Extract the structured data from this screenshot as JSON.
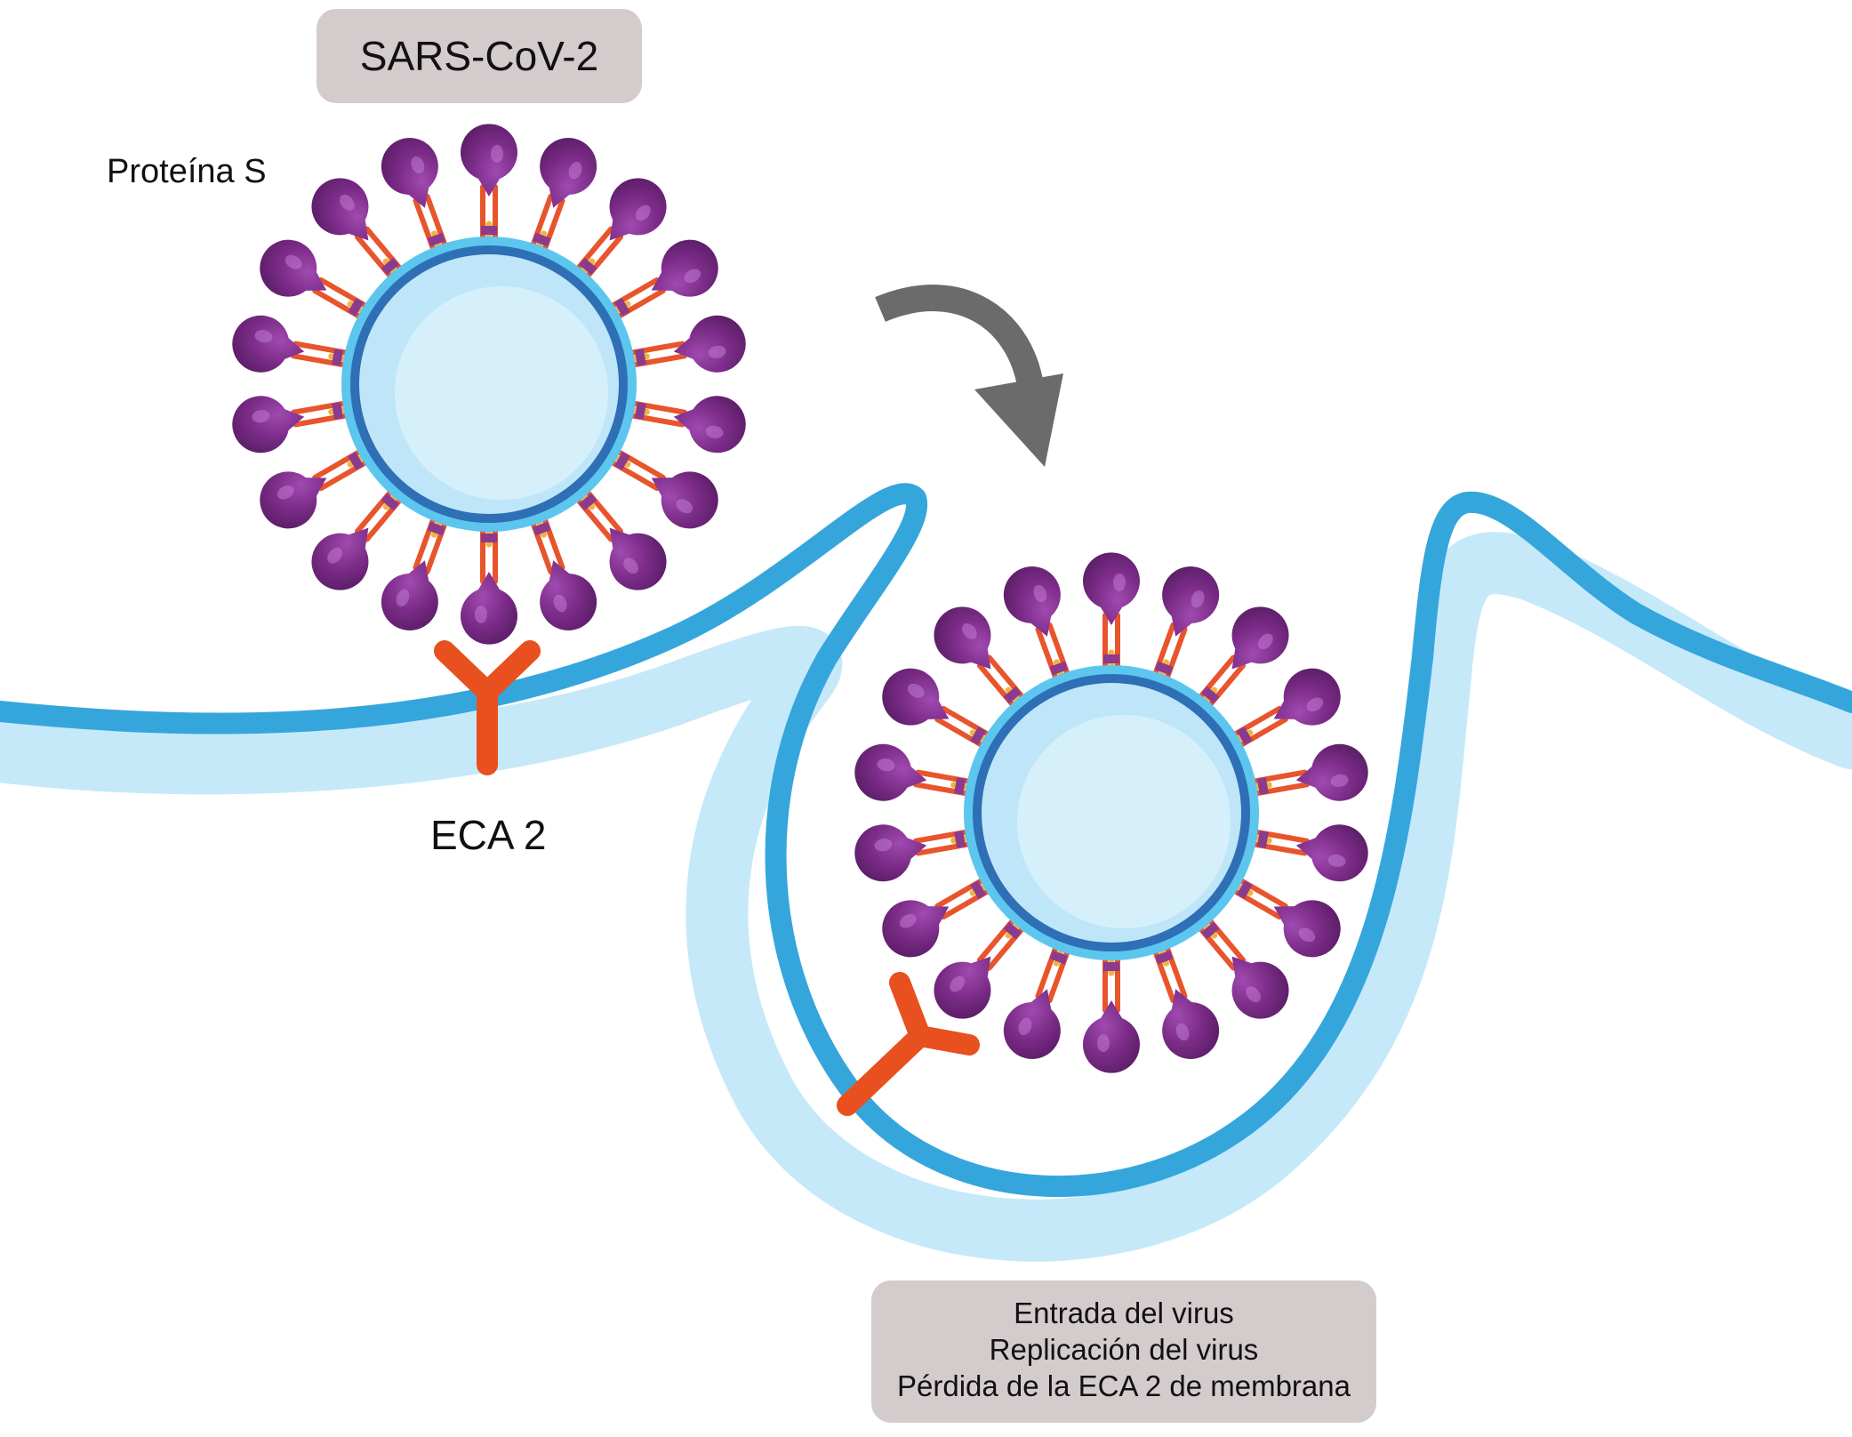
{
  "title": "SARS-CoV-2",
  "labels": {
    "spike_protein": "Proteína S",
    "receptor": "ECA 2"
  },
  "result": {
    "lines": [
      "Entrada del virus",
      "Replicación del virus",
      "Pérdida de la ECA 2 de membrana"
    ]
  },
  "colors": {
    "membrane_dark": "#35a6dc",
    "membrane_light": "#c5e9f9",
    "virion_core": "#bee6f8",
    "virion_core_inner": "#d6f0fb",
    "envelope_dark": "#2e6fb5",
    "envelope_light": "#5cc6ee",
    "spike_head": "#7a2b86",
    "spike_stalk": "#e8542b",
    "spike_stalk_accent": "#8b3a8e",
    "small_protein": "#f1b33f",
    "receptor": "#e8501f",
    "arrow": "#6b6b6b",
    "label_box": "#d4cccc"
  },
  "icons": {
    "virion": "coronavirus-virion",
    "receptor": "ace2-receptor-y-shape",
    "arrow": "curved-arrow-down-right"
  }
}
